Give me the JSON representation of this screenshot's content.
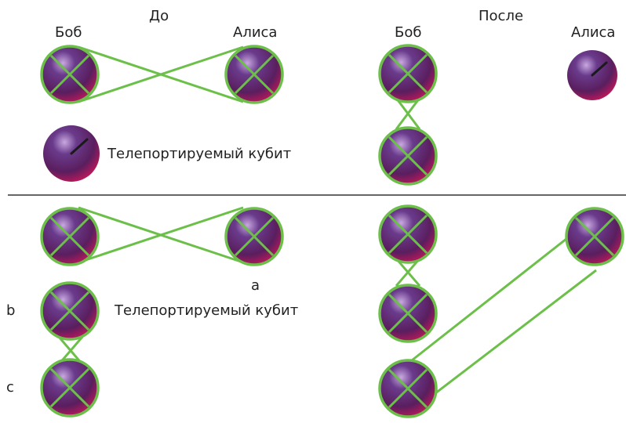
{
  "labels": {
    "before": "До",
    "after": "После",
    "bob_left": "Боб",
    "alice_left": "Алиса",
    "bob_right": "Боб",
    "alice_right": "Алиса",
    "teleported_qubit_top": "Телепортируемый кубит",
    "teleported_qubit_bottom": "Телепортируемый кубит",
    "marker_a": "a",
    "marker_b": "b",
    "marker_c": "c"
  },
  "colors": {
    "sphere_top": "#6a3b8c",
    "sphere_bottom": "#c2185b",
    "entangle_link": "#6cc04a",
    "divider": "#333333",
    "needle": "#1a1a1a"
  },
  "icons": {
    "entangled_qubit": "entangled-qubit-icon",
    "free_qubit": "qubit-icon"
  }
}
